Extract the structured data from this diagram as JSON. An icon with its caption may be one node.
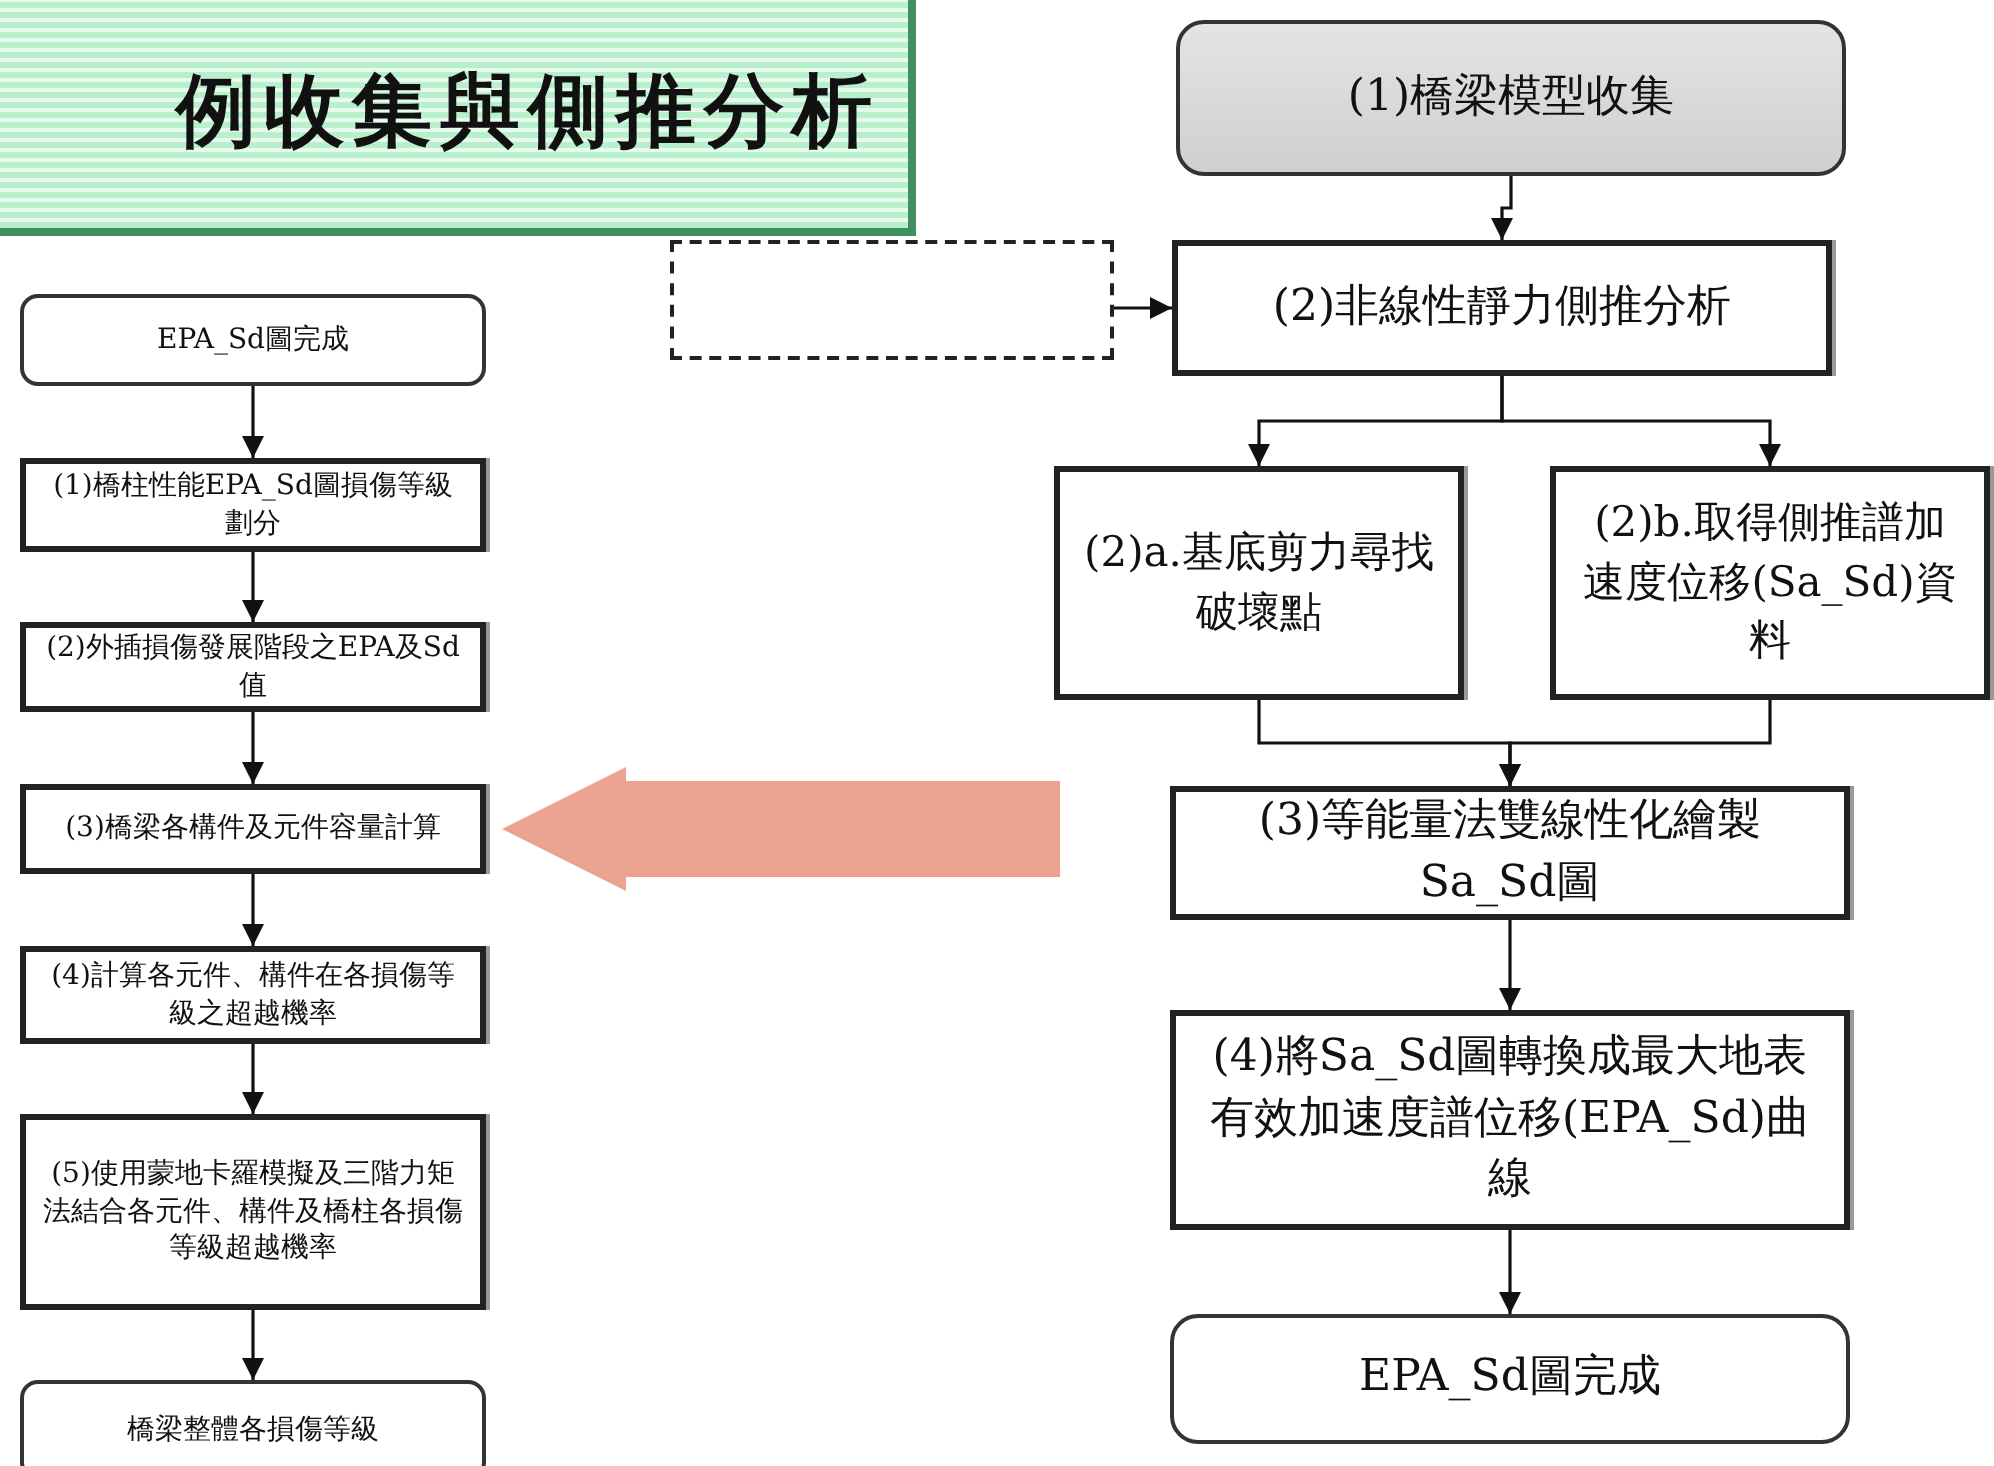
{
  "diagram": {
    "title": "例收集與側推分析",
    "nodes": [
      {
        "text": [
          "(1)橋梁模型收集"
        ]
      },
      {
        "text": [],
        "shape": "box"
      },
      {
        "text": [
          "(2)非線性靜力側推分析"
        ]
      },
      {
        "text": [
          "(2)a.基底剪力尋找破壞點"
        ]
      },
      {
        "text": [
          "(2)b.取得側推譜加速度位移(Sa_Sd)資料"
        ]
      },
      {
        "text": [
          "(3)等能量法雙線性化繪製Sa_Sd圖"
        ]
      },
      {
        "text": [
          "(4)將Sa_Sd圖轉換成最大地表有效加速度譜位移(EPA_Sd)曲線"
        ]
      },
      {
        "text": [
          "EPA_Sd圖完成"
        ]
      },
      {
        "text": [
          "EPA_Sd圖完成"
        ]
      },
      {
        "text": [
          "(1)橋柱性能EPA_Sd圖損傷等級劃分"
        ]
      },
      {
        "text": [
          "(2)外插損傷發展階段之EPA及Sd值"
        ]
      },
      {
        "text": [
          "(3)橋梁各構件及元件容量計算"
        ]
      },
      {
        "text": [
          "(4)計算各元件、構件在各損傷等級之超越機率"
        ]
      },
      {
        "text": [
          "(5)使用蒙地卡羅模擬及三階力矩法結合各元件、構件及橋柱各損傷等級超越機率"
        ]
      },
      {
        "text": [
          "橋梁整體各損傷等級"
        ]
      }
    ],
    "edges": [
      {
        "from": 0,
        "to": 2,
        "arrow": "to"
      },
      {
        "from": 1,
        "to": 2,
        "arrow": "to"
      },
      {
        "from": 2,
        "to": 3,
        "arrow": "to"
      },
      {
        "from": 2,
        "to": 4,
        "arrow": "to"
      },
      {
        "from": 3,
        "to": 5,
        "arrow": "to"
      },
      {
        "from": 4,
        "to": 5,
        "arrow": "to"
      },
      {
        "from": 5,
        "to": 6,
        "arrow": "to"
      },
      {
        "from": 6,
        "to": 7,
        "arrow": "to"
      },
      {
        "from": 5,
        "to": 11,
        "arrow": "to",
        "style": "thick",
        "color": "#e99a84"
      },
      {
        "from": 8,
        "to": 9,
        "arrow": "to"
      },
      {
        "from": 9,
        "to": 10,
        "arrow": "to"
      },
      {
        "from": 10,
        "to": 11,
        "arrow": "to"
      },
      {
        "from": 11,
        "to": 12,
        "arrow": "to"
      },
      {
        "from": 12,
        "to": 13,
        "arrow": "to"
      },
      {
        "from": 13,
        "to": 14,
        "arrow": "to"
      }
    ]
  }
}
